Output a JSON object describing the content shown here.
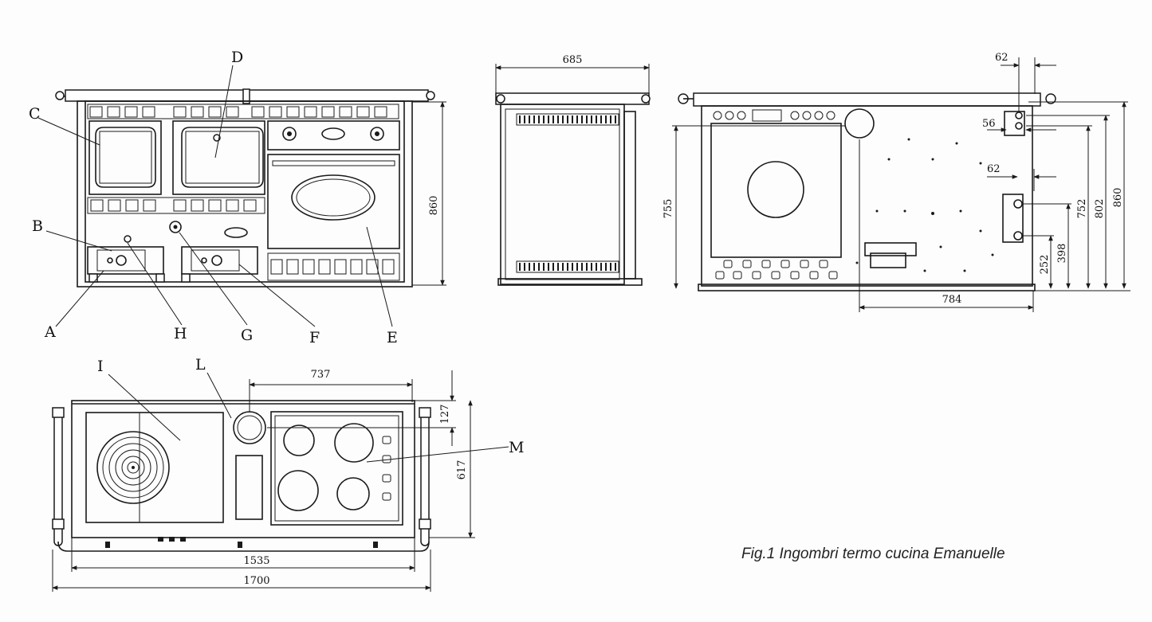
{
  "caption": "Fig.1 Ingombri termo cucina Emanuelle",
  "labels": {
    "a": "A",
    "b": "B",
    "c": "C",
    "d": "D",
    "e": "E",
    "f": "F",
    "g": "G",
    "h": "H",
    "i": "I",
    "l": "L",
    "m": "M"
  },
  "dimensions": {
    "front_height": "860",
    "side_depth": "685",
    "rear_offset_top": "62",
    "rear_offset_mid": "56",
    "rear_offset_low": "62",
    "rear_height_755": "755",
    "rear_height_752": "752",
    "rear_height_802": "802",
    "rear_height_860": "860",
    "rear_height_398": "398",
    "rear_height_252": "252",
    "rear_width_784": "784",
    "top_flue_737": "737",
    "top_depth_127": "127",
    "top_depth_617": "617",
    "top_width_1535": "1535",
    "top_width_1700": "1700"
  }
}
